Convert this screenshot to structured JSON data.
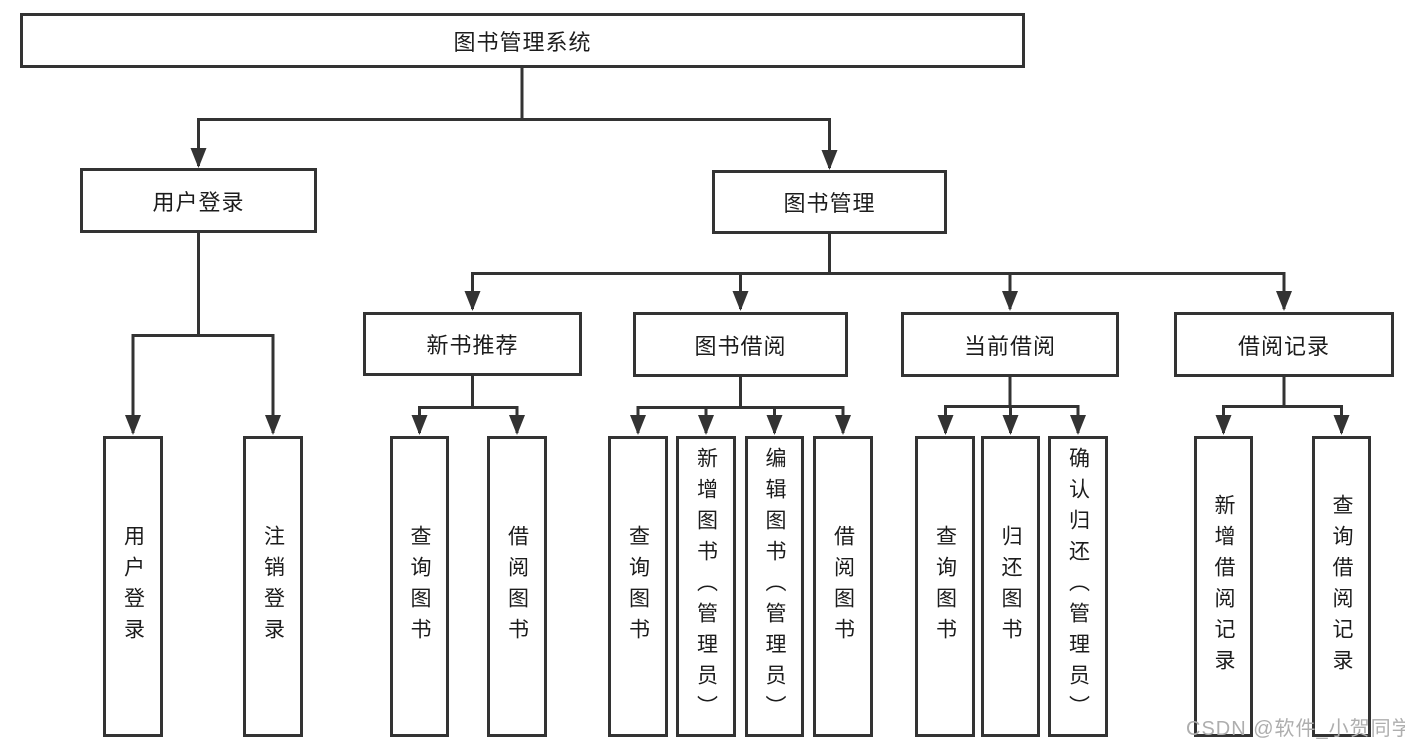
{
  "diagram": {
    "root": {
      "label": "图书管理系统"
    },
    "branches": [
      {
        "label": "用户登录",
        "children": [
          {
            "label": "用户登录"
          },
          {
            "label": "注销登录"
          }
        ]
      },
      {
        "label": "图书管理",
        "children": [
          {
            "label": "新书推荐",
            "children": [
              {
                "label": "查询图书"
              },
              {
                "label": "借阅图书"
              }
            ]
          },
          {
            "label": "图书借阅",
            "children": [
              {
                "label": "查询图书"
              },
              {
                "label": "新增图书（管理员）"
              },
              {
                "label": "编辑图书（管理员）"
              },
              {
                "label": "借阅图书"
              }
            ]
          },
          {
            "label": "当前借阅",
            "children": [
              {
                "label": "查询图书"
              },
              {
                "label": "归还图书"
              },
              {
                "label": "确认归还（管理员）"
              }
            ]
          },
          {
            "label": "借阅记录",
            "children": [
              {
                "label": "新增借阅记录"
              },
              {
                "label": "查询借阅记录"
              }
            ]
          }
        ]
      }
    ]
  },
  "watermark": {
    "text": "CSDN @软件_小贺同学"
  },
  "colors": {
    "line": "#333333",
    "node_border": "#333333",
    "node_text": "#1c1c1c",
    "watermark_text": "#aeaeae",
    "background": "#ffffff"
  }
}
